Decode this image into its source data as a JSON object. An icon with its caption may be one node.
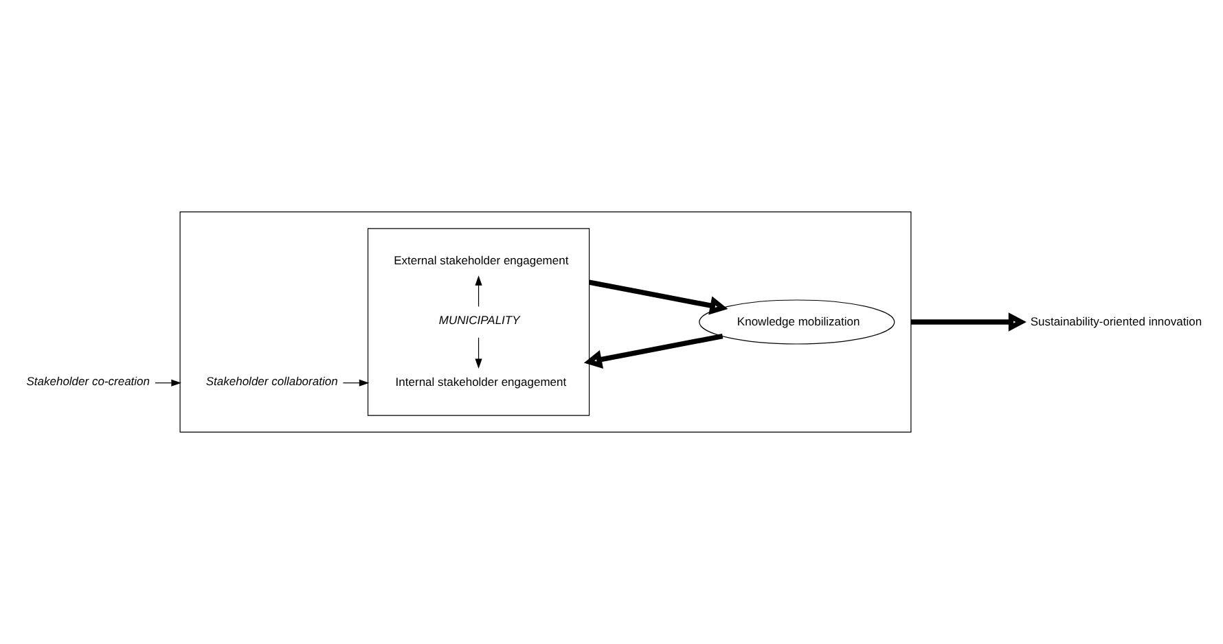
{
  "diagram": {
    "nodes": [
      {
        "text": [],
        "shape": "box"
      },
      {
        "text": [
          "Stakeholder collaboration"
        ],
        "in": 0
      },
      {
        "text": [],
        "shape": "box",
        "in": 0
      },
      {
        "text": [
          "Internal stakeholder engagement"
        ],
        "in": 2
      },
      {
        "text": [
          "MUNICIPALITY"
        ],
        "in": 2
      },
      {
        "text": [
          "External stakeholder engagement"
        ],
        "in": 2
      },
      {
        "text": [
          "Knowledge mobilization"
        ],
        "in": 0
      },
      {
        "text": [
          "Stakeholder co-creation"
        ]
      },
      {
        "text": [
          "Sustainability-oriented innovation"
        ]
      }
    ],
    "edges": [
      {
        "from": 7,
        "to": 0,
        "arrow": "to"
      },
      {
        "from": 1,
        "to": 2,
        "arrow": "to"
      },
      {
        "from": 4,
        "to": 3,
        "arrow": "to"
      },
      {
        "from": 4,
        "to": 5,
        "arrow": "to"
      },
      {
        "from": 2,
        "to": 6,
        "arrow": "to",
        "style": "thick"
      },
      {
        "from": 6,
        "to": 2,
        "arrow": "to",
        "style": "thick"
      },
      {
        "from": 0,
        "to": 8,
        "arrow": "to",
        "style": "thick"
      }
    ]
  }
}
